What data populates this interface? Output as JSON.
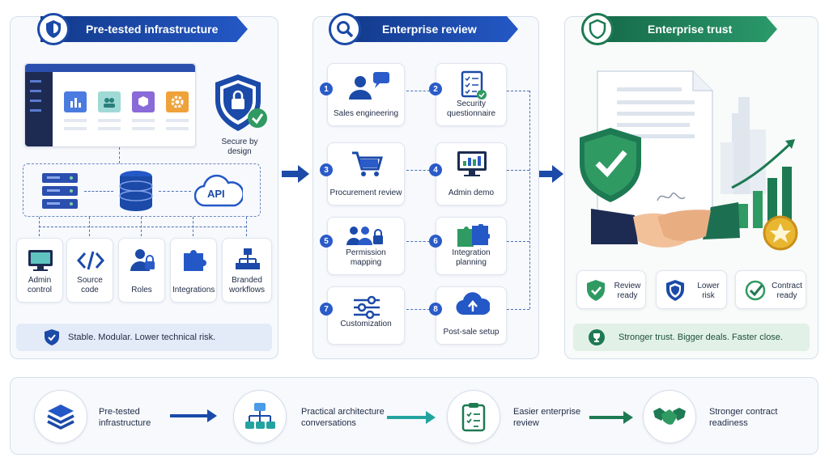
{
  "panel1": {
    "title": "Pre-tested infrastructure",
    "secure_label": "Secure by design",
    "api_label": "API",
    "cards": [
      {
        "label": "Admin control",
        "icon": "monitor-icon"
      },
      {
        "label": "Source code",
        "icon": "code-icon"
      },
      {
        "label": "Roles",
        "icon": "user-lock-icon"
      },
      {
        "label": "Integrations",
        "icon": "puzzle-icon"
      },
      {
        "label": "Branded workflows",
        "icon": "workflow-icon"
      }
    ],
    "footer": "Stable. Modular. Lower technical risk."
  },
  "panel2": {
    "title": "Enterprise review",
    "steps": [
      {
        "num": "1",
        "label": "Sales engineering"
      },
      {
        "num": "2",
        "label": "Security questionnaire"
      },
      {
        "num": "3",
        "label": "Procurement review"
      },
      {
        "num": "4",
        "label": "Admin demo"
      },
      {
        "num": "5",
        "label": "Permission mapping"
      },
      {
        "num": "6",
        "label": "Integration planning"
      },
      {
        "num": "7",
        "label": "Customization"
      },
      {
        "num": "8",
        "label": "Post-sale setup"
      }
    ]
  },
  "panel3": {
    "title": "Enterprise trust",
    "badges": [
      {
        "label": "Review ready"
      },
      {
        "label": "Lower risk"
      },
      {
        "label": "Contract ready"
      }
    ],
    "footer": "Stronger trust. Bigger deals. Faster close."
  },
  "bottom": {
    "items": [
      {
        "label": "Pre-tested infrastructure"
      },
      {
        "label": "Practical architecture conversations"
      },
      {
        "label": "Easier enterprise review"
      },
      {
        "label": "Stronger contract readiness"
      }
    ]
  },
  "colors": {
    "blue": "#2458c6",
    "navy": "#123a8a",
    "green": "#1d7a52",
    "teal": "#23a3a0"
  }
}
